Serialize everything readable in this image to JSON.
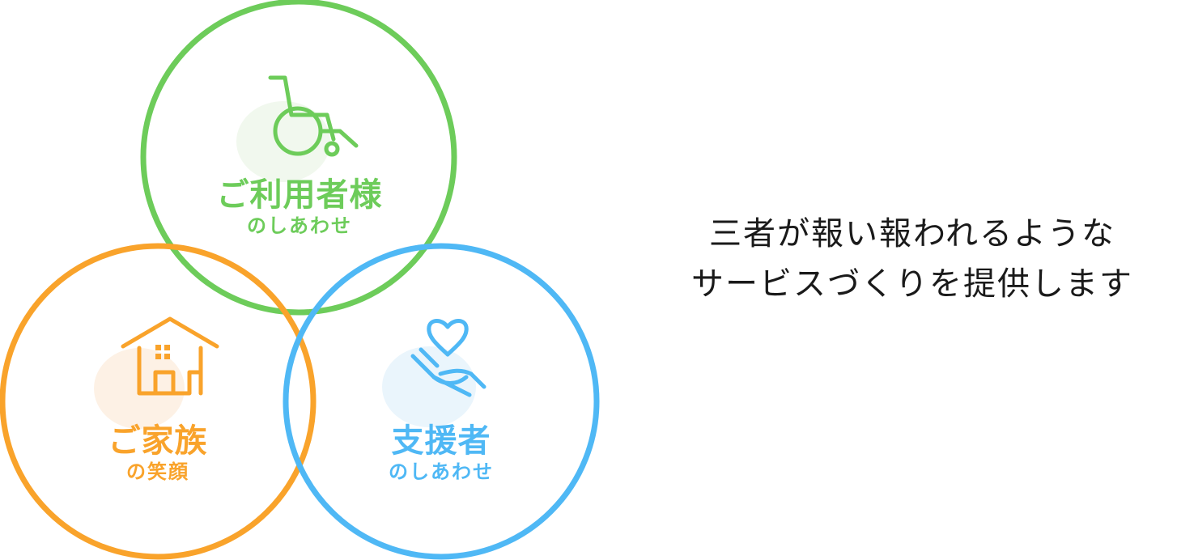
{
  "colors": {
    "green": "#6dcc5a",
    "orange": "#f9a32b",
    "blue": "#4fb8f5",
    "green_blob": "#f1f8ee",
    "orange_blob": "#fdf1e5",
    "blue_blob": "#eaf5fc",
    "text": "#1a1a1a"
  },
  "circles": [
    {
      "id": "user",
      "main": "ご利用者様",
      "sub": "のしあわせ",
      "icon": "wheelchair-icon",
      "color": "#6dcc5a"
    },
    {
      "id": "family",
      "main": "ご家族",
      "sub": "の笑顔",
      "icon": "house-icon",
      "color": "#f9a32b"
    },
    {
      "id": "supporter",
      "main": "支援者",
      "sub": "のしあわせ",
      "icon": "heart-hand-icon",
      "color": "#4fb8f5"
    }
  ],
  "message": {
    "line1": "三者が報い報われるような",
    "line2": "サービスづくりを提供します"
  }
}
